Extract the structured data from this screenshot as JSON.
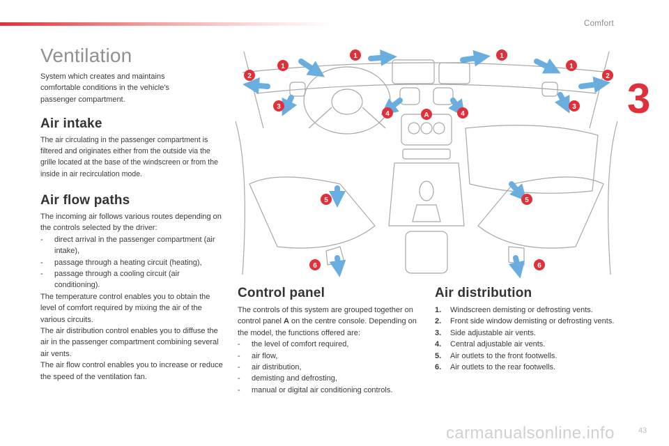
{
  "header": {
    "section": "Comfort",
    "chapter": "3"
  },
  "title": "Ventilation",
  "intro": "System which creates and maintains comfortable conditions in the vehicle's passenger compartment.",
  "air_intake": {
    "heading": "Air intake",
    "text": "The air circulating in the passenger compartment is filtered and originates either from the outside via the grille located at the base of the windscreen or from the inside in air recirculation mode."
  },
  "air_flow": {
    "heading": "Air flow paths",
    "intro": "The incoming air follows various routes depending on the controls selected by the driver:",
    "items": [
      "direct arrival in the passenger compartment (air intake),",
      "passage through a heating circuit (heating),",
      "passage through a cooling circuit (air conditioning)."
    ],
    "p1": "The temperature control enables you to obtain the level of comfort required by mixing the air of the various circuits.",
    "p2": "The air distribution control enables you to diffuse the air in the passenger compartment combining several air vents.",
    "p3": "The air flow control enables you to increase or reduce the speed of the ventilation fan."
  },
  "control_panel": {
    "heading": "Control panel",
    "text_before": "The controls of this system are grouped together on control panel ",
    "panel_letter": "A",
    "text_after": " on the centre console. Depending on the model, the functions offered are:",
    "items": [
      "the level of comfort required,",
      "air flow,",
      "air distribution,",
      "demisting and defrosting,",
      "manual or digital air conditioning controls."
    ]
  },
  "air_distribution": {
    "heading": "Air distribution",
    "items": [
      {
        "num": "1.",
        "text": "Windscreen demisting or defrosting vents."
      },
      {
        "num": "2.",
        "text": "Front side window demisting or defrosting vents."
      },
      {
        "num": "3.",
        "text": "Side adjustable air vents."
      },
      {
        "num": "4.",
        "text": "Central adjustable air vents."
      },
      {
        "num": "5.",
        "text": "Air outlets to the front footwells."
      },
      {
        "num": "6.",
        "text": "Air outlets to the rear footwells."
      }
    ]
  },
  "illustration": {
    "markers": [
      "1",
      "1",
      "1",
      "1",
      "2",
      "2",
      "3",
      "3",
      "4",
      "4",
      "A",
      "5",
      "5",
      "6",
      "6"
    ],
    "colors": {
      "marker": "#e0303a",
      "arrow": "#6aaee0",
      "line": "#a8a8a8"
    }
  },
  "footer": {
    "page": "43",
    "watermark": "carmanualsonline.info"
  }
}
